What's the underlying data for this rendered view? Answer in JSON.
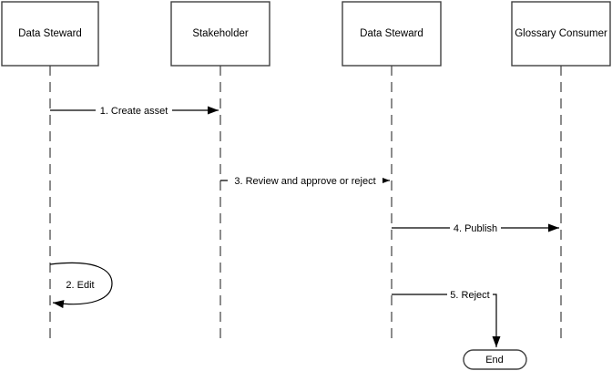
{
  "diagram": {
    "type": "sequence",
    "colors": {
      "background": "#ffffff",
      "line": "#000000",
      "box_border": "#404040",
      "text": "#000000"
    },
    "actors": [
      {
        "label": "Data Steward"
      },
      {
        "label": "Stakeholder"
      },
      {
        "label": "Data Steward"
      },
      {
        "label": "Glossary Consumer"
      }
    ],
    "messages": [
      {
        "label": "1. Create asset",
        "from_actor": 0,
        "to_actor": 1,
        "kind": "arrow-right"
      },
      {
        "label": "2. Edit",
        "from_actor": 0,
        "to_actor": 0,
        "kind": "self-loop"
      },
      {
        "label": "3. Review and approve or reject",
        "from_actor": 1,
        "to_actor": 2,
        "kind": "arrow-right"
      },
      {
        "label": "4. Publish",
        "from_actor": 2,
        "to_actor": 3,
        "kind": "arrow-right"
      },
      {
        "label": "5. Reject",
        "from_actor": 2,
        "to_actor": "end",
        "kind": "elbow-down"
      }
    ],
    "terminator": {
      "label": "End"
    }
  }
}
